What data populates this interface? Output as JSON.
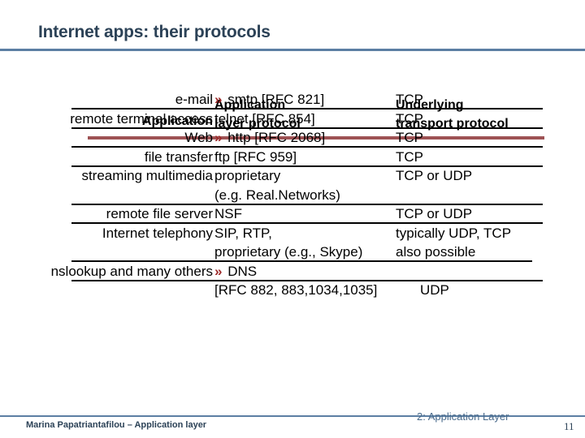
{
  "slide": {
    "title": "Internet apps: their protocols",
    "title_color": "#2C4257",
    "rule_color": "#5C7FA3",
    "header_rule_color": "#9E5254",
    "bullet_glyph": "»",
    "bullet_color": "#9E2B2B"
  },
  "table": {
    "headers": {
      "application": "Application",
      "app_layer_protocol_line1": "Application",
      "app_layer_protocol_line2": "layer protocol",
      "transport_line1": "Underlying",
      "transport_line2": "transport protocol"
    },
    "rows": [
      {
        "application": "e-mail",
        "protocol": "smtp [RFC 821]",
        "protocol_bullet": true,
        "transport": "TCP"
      },
      {
        "application": "remote terminal access",
        "protocol": "telnet [RFC 854]",
        "protocol_bullet": false,
        "transport": "TCP"
      },
      {
        "application": "Web",
        "protocol": "http [RFC 2068]",
        "protocol_bullet": true,
        "transport": "TCP"
      },
      {
        "application": "file transfer",
        "protocol": "ftp [RFC 959]",
        "protocol_bullet": false,
        "transport": "TCP"
      },
      {
        "application": "streaming multimedia",
        "protocol": "proprietary",
        "protocol_bullet": false,
        "transport": "TCP or UDP"
      },
      {
        "application": "",
        "protocol": "(e.g. Real.Networks)",
        "protocol_bullet": false,
        "transport": ""
      },
      {
        "application": "remote file server",
        "protocol": "NSF",
        "protocol_bullet": false,
        "transport": "TCP or UDP"
      },
      {
        "application": "Internet telephony",
        "protocol": "SIP, RTP,",
        "protocol_bullet": false,
        "transport": "typically UDP, TCP"
      },
      {
        "application": "",
        "protocol": " proprietary (e.g., Skype)",
        "protocol_bullet": false,
        "transport": "also possible"
      },
      {
        "application": "nslookup and many others",
        "protocol": "DNS",
        "protocol_bullet": true,
        "transport": ""
      },
      {
        "application": "",
        "protocol": "[RFC 882, 883,1034,1035]",
        "protocol_bullet": false,
        "transport": "UDP"
      }
    ]
  },
  "footer": {
    "author": "Marina Papatriantafilou –  Application layer",
    "chapter": "2: Application Layer",
    "page_number": "11"
  }
}
